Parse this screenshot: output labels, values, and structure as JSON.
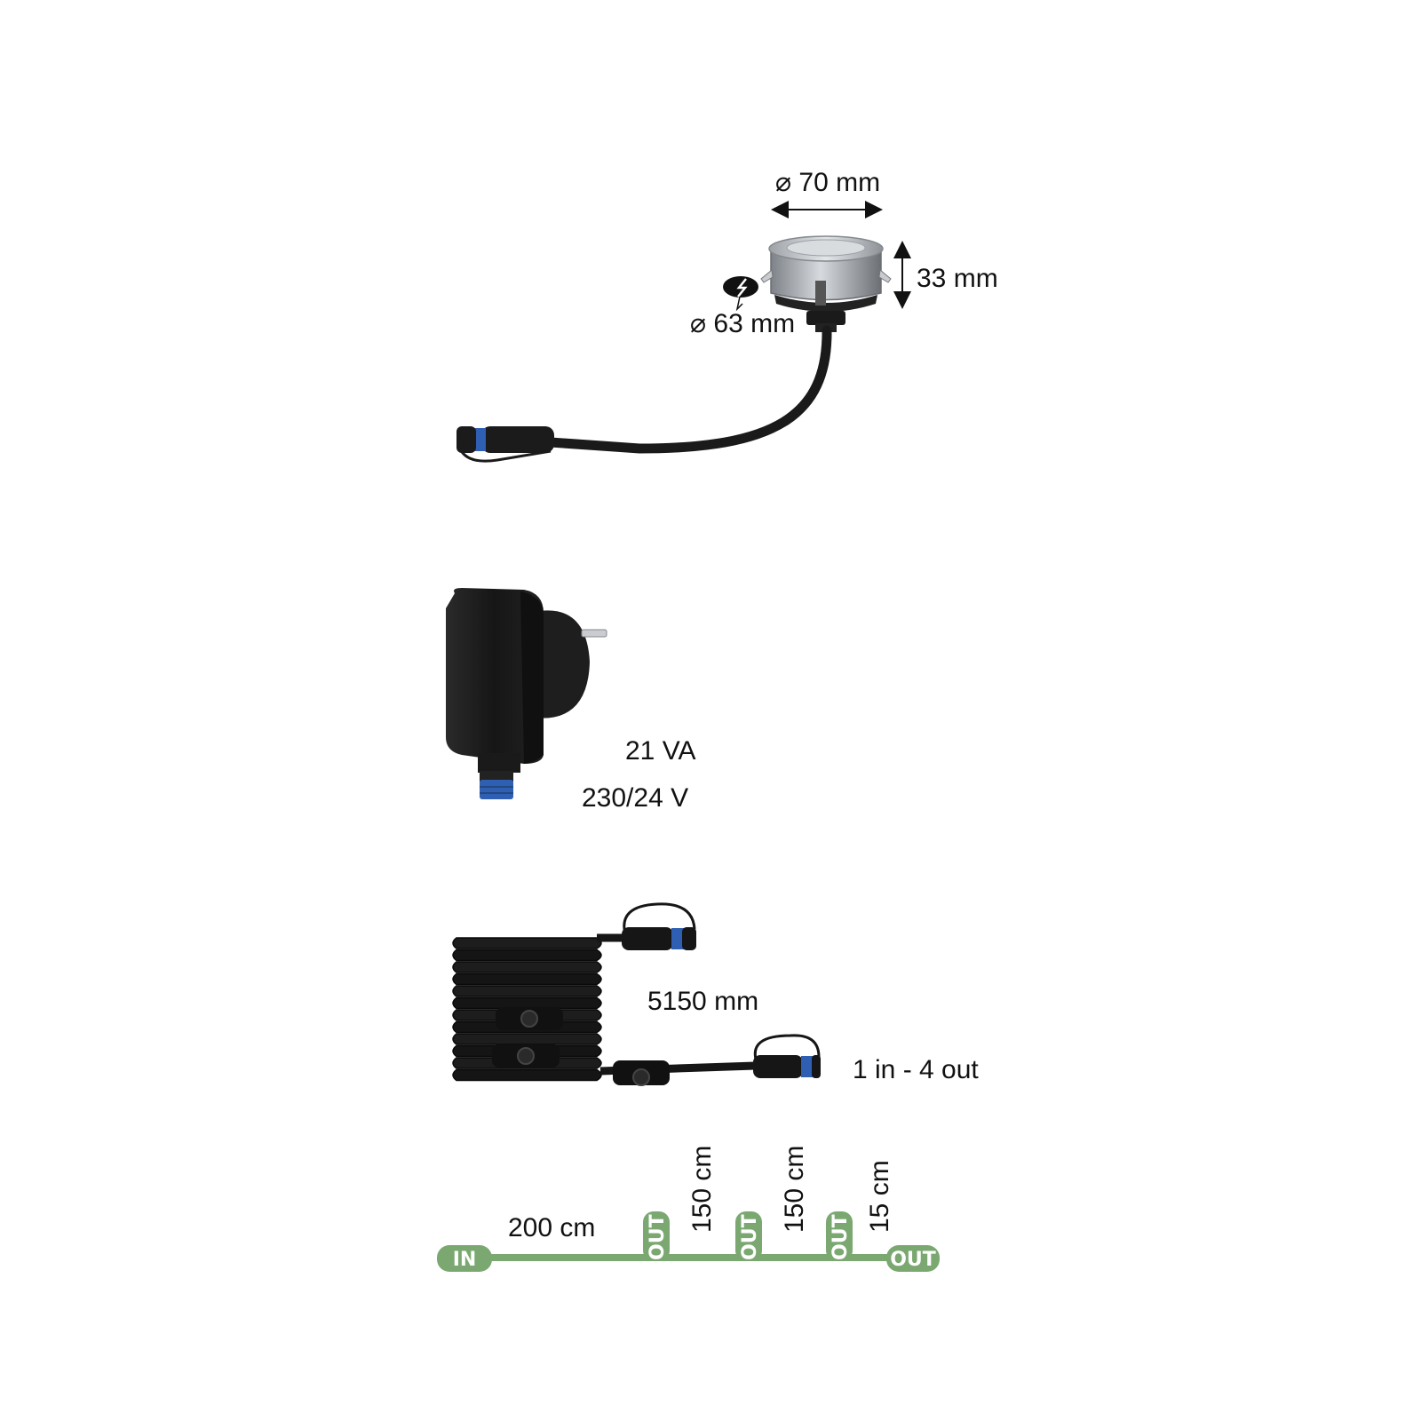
{
  "colors": {
    "text": "#111111",
    "product": "#1c1c1c",
    "connector_accent": "#2f5fb3",
    "steel": "#b9bcc0",
    "cable_layout": "#7aa870"
  },
  "spot": {
    "diameter_label": "⌀ 70 mm",
    "height_label": "33 mm",
    "cutout_label": "⌀ 63 mm",
    "icon": "drill-hole-icon"
  },
  "transformer": {
    "power_label": "21 VA",
    "voltage_label": "230/24 V"
  },
  "cable": {
    "length_label": "5150 mm",
    "ports_label": "1 in - 4 out"
  },
  "layout_scheme": {
    "in_label": "IN",
    "out_label": "OUT",
    "segments": [
      "200 cm",
      "150 cm",
      "150 cm",
      "15 cm"
    ],
    "taps": [
      "OUT",
      "OUT",
      "OUT"
    ]
  }
}
